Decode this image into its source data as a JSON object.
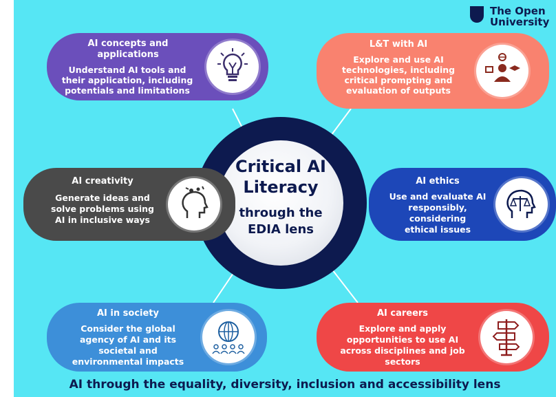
{
  "logo": {
    "line1": "The Open",
    "line2": "University"
  },
  "center": {
    "line1": "Critical AI",
    "line2": "Literacy",
    "line3": "through the",
    "line4": "EDIA lens"
  },
  "cards": {
    "concepts": {
      "title1": "AI concepts and",
      "title2": "applications",
      "body": [
        "Understand AI tools and",
        "their application, including",
        "potentials and limitations"
      ],
      "color": "#6b4fbb",
      "icon": "lightbulb-icon"
    },
    "lt": {
      "title1": "L&T with AI",
      "body": [
        "Explore and use AI",
        "technologies, including",
        "critical prompting and",
        "evaluation of outputs"
      ],
      "color": "#f9826f",
      "icon": "learner-icon"
    },
    "creativity": {
      "title1": "AI creativity",
      "body": [
        "Generate ideas and",
        "solve problems using",
        "AI in inclusive ways"
      ],
      "color": "#4a4a4a",
      "icon": "creative-head-icon"
    },
    "ethics": {
      "title1": "AI ethics",
      "body": [
        "Use and evaluate AI",
        "responsibly,",
        "considering",
        "ethical issues"
      ],
      "color": "#1d47b8",
      "icon": "scales-head-icon"
    },
    "society": {
      "title1": "AI in society",
      "body": [
        "Consider the global",
        "agency of AI and its",
        "societal and",
        "environmental impacts"
      ],
      "color": "#3d8fd9",
      "icon": "globe-people-icon"
    },
    "careers": {
      "title1": "AI careers",
      "body": [
        "Explore and apply",
        "opportunities to use AI",
        "across disciplines and job",
        "sectors"
      ],
      "color": "#ef4747",
      "icon": "signpost-icon"
    }
  },
  "footer": "AI through the equality, diversity, inclusion and accessibility lens",
  "colors": {
    "background": "#56e6f4",
    "navy": "#0d1a4f"
  }
}
